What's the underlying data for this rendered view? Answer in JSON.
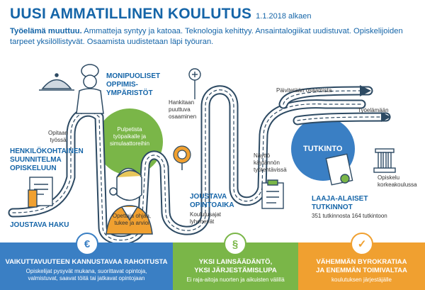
{
  "header": {
    "title": "UUSI AMMATILLINEN KOULUTUS",
    "date": "1.1.2018 alkaen"
  },
  "intro": {
    "lead": "Työelämä muuttuu.",
    "text": "Ammatteja syntyy ja katoaa. Teknologia kehittyy. Ansaintalogiikat uudistuvat. Opiskelijoiden tarpeet yksilöllistyvät. Osaamista uudistetaan läpi työuran."
  },
  "labels": {
    "monipuoliset": "MONIPUOLISET\nOPPIMIS-\nYMPÄRISTÖT",
    "opitaan": "Opitaan\ntyössä",
    "pulpetista": "Pulpetista\ntyöpaikalle ja\nsimulaattoreihin",
    "henkilokohtainen": "HENKILÖKOHTAINEN\nSUUNNITELMA\nOPISKELUUN",
    "opettaja": "Opettaja ohjaa,\ntukee ja arvioi",
    "joustava_haku": "JOUSTAVA HAKU",
    "hankitaan": "Hankitaan\npuuttuva\nosaaminen",
    "joustava_opintoaika": "JOUSTAVA\nOPINTOAIKA",
    "koulutusajat": "Koulutusajat\nlyhenevät",
    "paivitetaan": "Päivitetään osaamista",
    "tyoelamaan": "Työelämään",
    "tutkinto": "TUTKINTO",
    "nayttoja": "Näyttö\nkäytännön\ntyötehtävissä",
    "opiskelu_korkea": "Opiskelu\nkorkeakoulussa",
    "laaja_alaiset": "LAAJA-ALAISET\nTUTKINNOT",
    "tutkintoja": "351 tutkinnosta 164 tutkintoon"
  },
  "bands": [
    {
      "icon": "€",
      "title": "VAIKUTTAVUUTEEN KANNUSTAVAA RAHOITUSTA",
      "sub": "Opiskelijat pysyvät mukana, suorittavat opintoja,\nvalmistuvat, saavat töitä tai jatkavat opintojaan",
      "color": "#3a7fc4"
    },
    {
      "icon": "§",
      "title": "YKSI LAINSÄÄDÄNTÖ,\nYKSI JÄRJESTÄMISLUPA",
      "sub": "Ei raja-aitoja nuorten ja aikuisten välillä",
      "color": "#7ab648"
    },
    {
      "icon": "✓",
      "title": "VÄHEMMÄN BYROKRATIAA\nJA ENEMMÄN TOIMIVALTAA",
      "sub": "koulutuksen järjestäjälle",
      "color": "#f0a030"
    }
  ],
  "colors": {
    "primary": "#1565a8",
    "road": "#2d4a63",
    "green": "#7ab648",
    "orange": "#f0a030",
    "blue_band": "#3a7fc4"
  }
}
